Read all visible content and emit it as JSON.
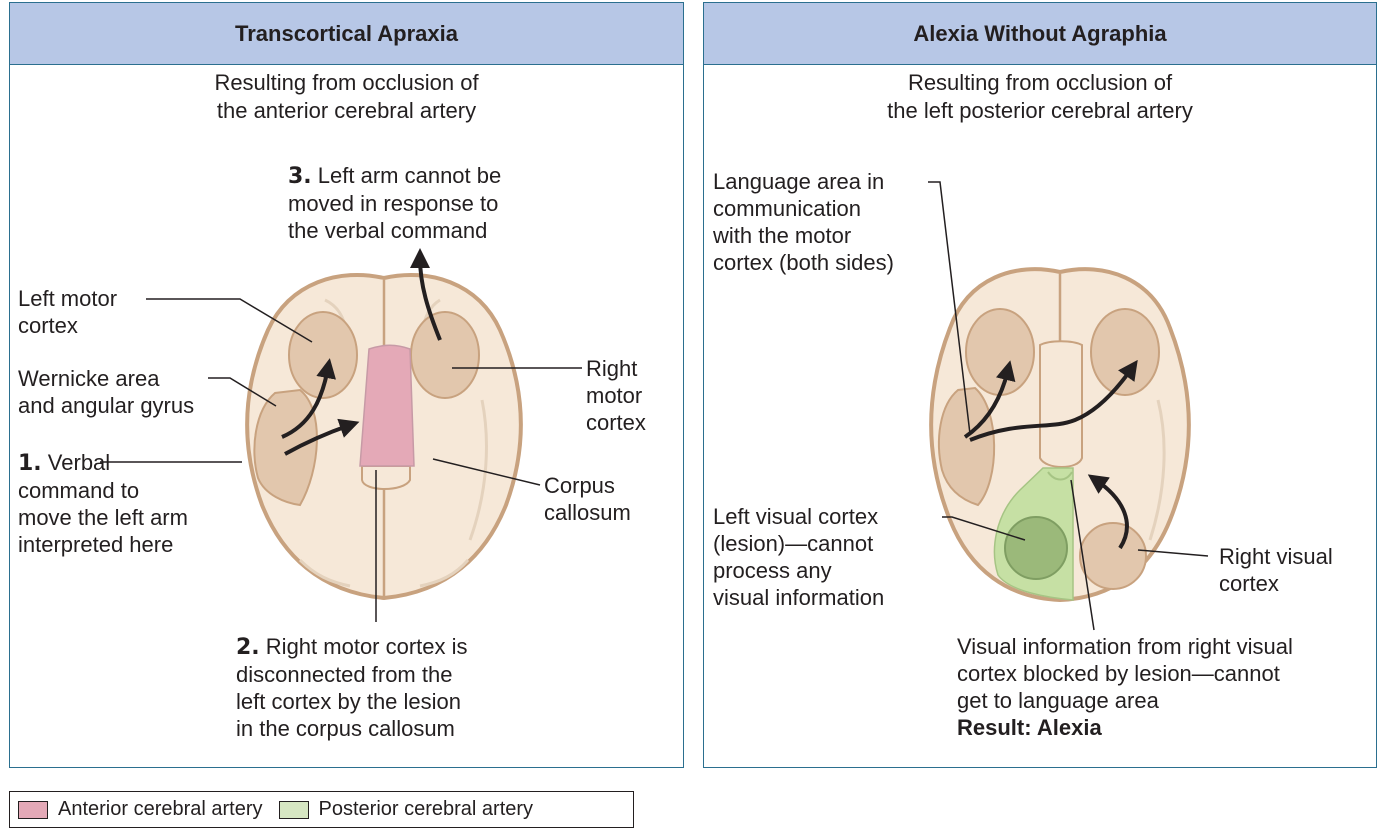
{
  "panels": {
    "left": {
      "title": "Transcortical Apraxia",
      "subtitle_lines": [
        "Resulting from occlusion of",
        "the anterior cerebral artery"
      ],
      "labels": {
        "step3_num": "3.",
        "step3_lines": [
          "Left arm cannot be",
          "moved in response to",
          "the verbal command"
        ],
        "left_motor": [
          "Left motor",
          "cortex"
        ],
        "wernicke": [
          "Wernicke area",
          "and angular gyrus"
        ],
        "step1_num": "1.",
        "step1_lines": [
          "Verbal",
          "command to",
          "move the left arm",
          "interpreted here"
        ],
        "right_motor": [
          "Right",
          "motor",
          "cortex"
        ],
        "corpus": [
          "Corpus",
          "callosum"
        ],
        "step2_num": "2.",
        "step2_lines": [
          "Right motor cortex is",
          "disconnected from the",
          "left cortex by the lesion",
          "in the corpus callosum"
        ]
      }
    },
    "right": {
      "title": "Alexia Without Agraphia",
      "subtitle_lines": [
        "Resulting from occlusion of",
        "the left posterior cerebral artery"
      ],
      "labels": {
        "language": [
          "Language area in",
          "communication",
          "with the motor",
          "cortex (both sides)"
        ],
        "left_visual": [
          "Left visual cortex",
          "(lesion)—cannot",
          "process any",
          "visual information"
        ],
        "right_visual": [
          "Right visual",
          "cortex"
        ],
        "visual_info": [
          "Visual information from right visual",
          "cortex blocked by lesion—cannot",
          "get to language area"
        ],
        "result": "Result: Alexia"
      }
    }
  },
  "legend": {
    "items": [
      {
        "label": "Anterior cerebral artery",
        "color": "#e4a9b7"
      },
      {
        "label": "Posterior cerebral artery",
        "color": "#d6e6c2"
      }
    ]
  },
  "colors": {
    "brain_fill": "#f6e8d8",
    "brain_stroke": "#c8a27f",
    "cortex_fill": "#e2c7ad",
    "anterior_lesion": "#e4a9b7",
    "posterior_lesion": "#c6e0a4",
    "posterior_core": "#9bb97a",
    "frame": "#2b6f8f",
    "header_bg": "#b7c7e6"
  }
}
